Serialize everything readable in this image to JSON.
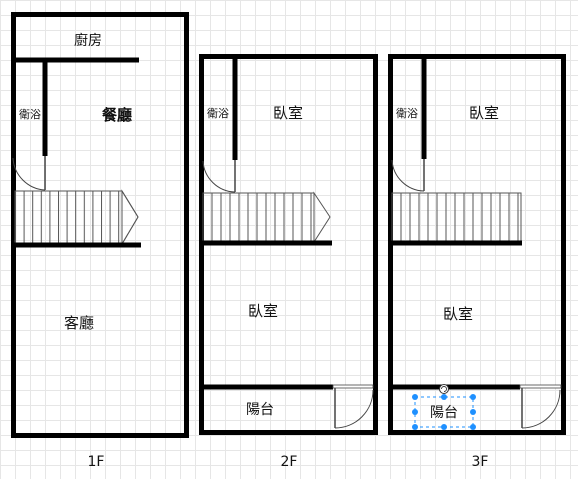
{
  "floors": [
    {
      "label": "1F",
      "rooms": {
        "kitchen": "廚房",
        "bath": "衛浴",
        "dining": "餐廳",
        "living": "客廳"
      }
    },
    {
      "label": "2F",
      "rooms": {
        "bath": "衛浴",
        "bedroom_top": "臥室",
        "bedroom_mid": "臥室",
        "balcony": "陽台"
      }
    },
    {
      "label": "3F",
      "rooms": {
        "bath": "衛浴",
        "bedroom_top": "臥室",
        "bedroom_mid": "臥室",
        "balcony": "陽台"
      }
    }
  ],
  "colors": {
    "wall": "#000000",
    "grid": "#e6e6e6",
    "selection": "#1e90ff"
  }
}
